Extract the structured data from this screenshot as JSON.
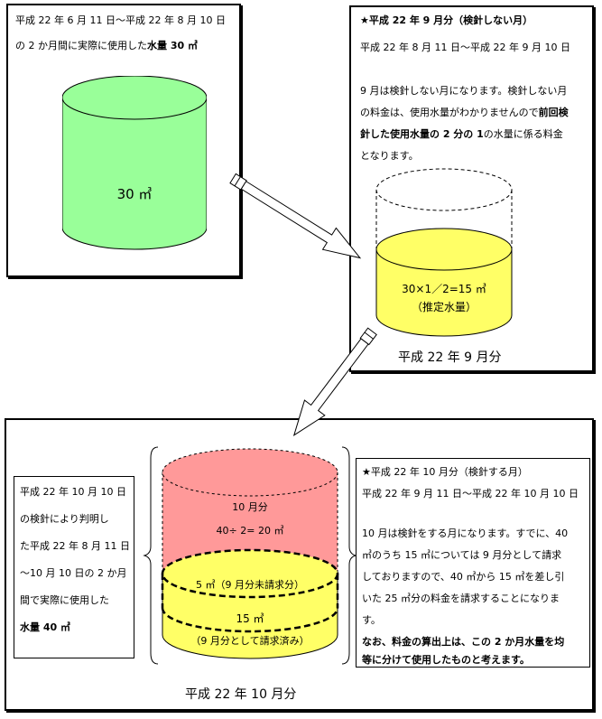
{
  "panel_aug": {
    "line1": "平成 22 年 6 月 11 日〜平成 22 年 8 月 10 日",
    "line2_prefix": "の 2 か月間に実際に使用した",
    "line2_bold": "水量 30 ㎥",
    "cylinder_label": "30 ㎥"
  },
  "panel_sep": {
    "heading": "★平成 22 年 9 月分（検針しない月）",
    "period": "平成 22 年 8 月 11 日〜平成 22 年 9 月 10 日",
    "para_l1": "9 月は検針しない月になります。検針しない月",
    "para_l2_prefix": "の料金は、使用水量がわかりませんので",
    "para_l2_bold": "前回検",
    "para_l3_bold": "針した使用水量の 2 分の 1",
    "para_l3_suffix": "の水量に係る料金",
    "para_l4": "となります。",
    "cylinder_formula": "30×1／2=15 ㎥",
    "cylinder_note": "（推定水量）",
    "caption": "平成 22 年 9 月分"
  },
  "panel_oct": {
    "left_l1": "平成 22 年 10 月 10 日",
    "left_l2": "の検針により判明し",
    "left_l3": "た平成 22 年 8 月 11 日",
    "left_l4": "〜10 月 10 日の 2 か月",
    "left_l5": "間で実際に使用した",
    "left_l6_bold": "水量 40 ㎥",
    "top_label": "10 月分",
    "top_formula": "40÷ 2= 20 ㎥",
    "mid_label": "5 ㎥（9 月分未請求分）",
    "bottom_value": "15 ㎥",
    "bottom_note": "（9 月分として請求済み）",
    "caption": "平成 22 年 10 月分",
    "right_heading": "★平成 22 年 10 月分（検針する月）",
    "right_period": "平成 22 年 9 月 11 日〜平成 22 年 10 月 10 日",
    "right_l1": "10 月は検針をする月になります。すでに、40",
    "right_l2": "㎥のうち 15 ㎥については 9 月分として請求",
    "right_l3": "しておりますので、40 ㎥から 15 ㎥を差し引",
    "right_l4": "いた 25 ㎥分の料金を請求することになりま",
    "right_l5": "す。",
    "right_bold_l1": "なお、料金の算出上は、この 2 か月水量を均",
    "right_bold_l2": "等に分けて使用したものと考えます。"
  },
  "colors": {
    "green": "#99ff99",
    "yellow": "#ffff66",
    "pink": "#ff9999",
    "border": "#000000"
  },
  "icons": [
    "arrow-icon-1",
    "arrow-icon-2"
  ]
}
